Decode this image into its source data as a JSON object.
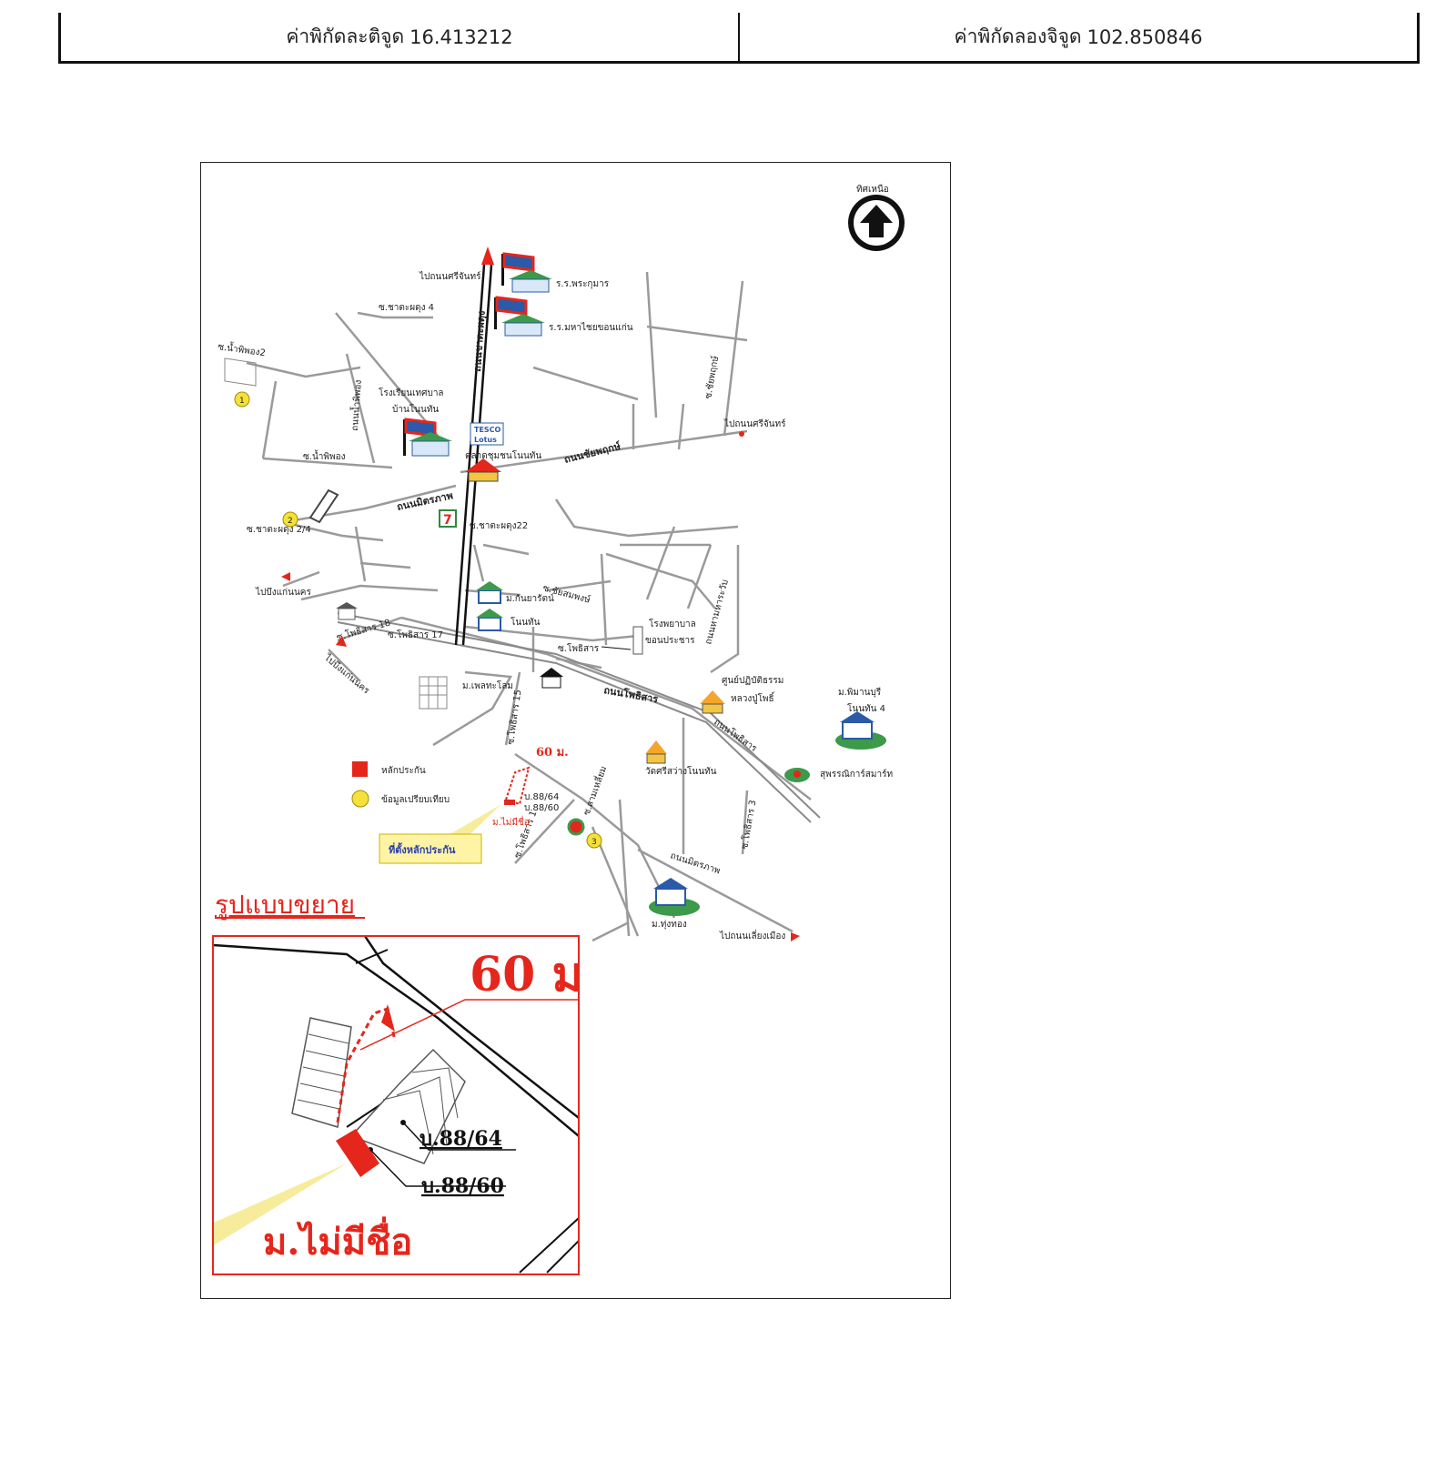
{
  "header": {
    "latitude_label": "ค่าพิกัดละติจูด",
    "latitude_value": "16.413212",
    "longitude_label": "ค่าพิกัดลองจิจูด",
    "longitude_value": "102.850846"
  },
  "map": {
    "north_label": "ทิศเหนือ",
    "roads": {
      "main_north": "ถนนชาตะผดุง",
      "east": "ถนนชัยพฤกษ์",
      "west_road": "ถนนน้ำพิพอง",
      "mittraphap": "ถนนมิตรภาพ",
      "phothisan": "ถนนโพธิสาร",
      "phothisan_east": "ถนนโพธิสาร",
      "sub_east": "ถนนหามหาระวับ",
      "sub_south": "ถนนมิตรภาพ"
    },
    "sois": {
      "soi_chata_4": "ซ.ชาตะผดุง 4",
      "soi_nam_phong_2": "ซ.น้ำพิพอง2",
      "soi_nam_phong": "ซ.น้ำพิพอง",
      "soi_chata_24": "ซ.ชาตะผดุง 2/4",
      "soi_chata_22": "ซ.ชาตะผดุง22",
      "soi_phothisan_17": "ซ.โพธิสาร 17",
      "soi_phothisan_18": "ซ.โพธิสาร 18",
      "soi_phothisan_15": "ซ.โพธิสาร 15",
      "soi_chai_phruek": "ซ.ชัยพฤกษ์",
      "soi_phothisan_3": "ซ.โพธิสาร 3",
      "soi_phothisan_1": "ซ.โพธิสาร 1",
      "soi_phothisan": "ซ.โพธิสาร",
      "soi_chaisamphan": "ซ.ชัยสมพงษ์",
      "soi_sam_wan": "ซ.สามเหลี่ยม"
    },
    "places": {
      "school_phrakumarn": "ร.ร.พระกุมาร",
      "school_mahachai": "ร.ร.มหาไชยขอนแก่น",
      "school_municipal_1": "โรงเรียนเทศบาล",
      "school_municipal_2": "บ้านโนนทัน",
      "market": "ตลาดชุมชนโนนทัน",
      "tesco_1": "TESCO",
      "tesco_2": "Lotus",
      "seven_eleven": "7",
      "to_si_chan_1": "ไปถนนศรีจันทร์",
      "to_si_chan_2": "ไปถนนศรีจันทร์",
      "to_bueng_1": "ไปบึงแก่นนคร",
      "to_bueng_2": "ไปบึงแก่นนคร",
      "to_chaiyasit": "ไปถนนเลี่ยงเมือง",
      "village_kanyarat": "ม.กันยารัตน์",
      "village_nonthan": "โนนทัน",
      "hospital_1": "โรงพยาบาล",
      "hospital_2": "ขอนประชาร",
      "meditation_1": "ศูนย์ปฏิบัติธรรม",
      "meditation_2": "หลวงปู่โพธิ์",
      "temple": "วัดศรีสว่างโนนทัน",
      "village_phiman_1": "ม.พิมานบุรี",
      "village_phiman_2": "โนนทัน 4",
      "health_center": "สุพรรณิการ์สมาร์ท",
      "village_thung_thong": "ม.ทุ่งทอง",
      "village_rattana": "ม.เพลทะโลม",
      "village_unnamed": "ม.ไม่มีชื่อ",
      "distance": "60 ม.",
      "house_label_a": "บ.88/64",
      "house_label_b": "บ.88/60"
    },
    "legend": {
      "collateral": "หลักประกัน",
      "comparison": "ข้อมูลเปรียบเทียบ"
    },
    "comparison_markers": [
      "1",
      "2",
      "3"
    ],
    "callout": "ที่ตั้งหลักประกัน",
    "zoom_title": "รูปแบบขยาย",
    "inset": {
      "distance": "60 ม",
      "house_a": "บ.88/64",
      "house_b": "บ.88/60",
      "village": "ม.ไม่มีชื่อ"
    },
    "colors": {
      "collateral_red": "#e5261c",
      "comparison_yellow": "#f4e13a",
      "road_gray": "#9a9a9a",
      "route_red": "#e5261c",
      "callout_yellow": "#fff3a6",
      "flag_blue": "#2a5aa8",
      "roof_green": "#3c9a4a",
      "ray_yellow": "#f6ec9c"
    }
  }
}
